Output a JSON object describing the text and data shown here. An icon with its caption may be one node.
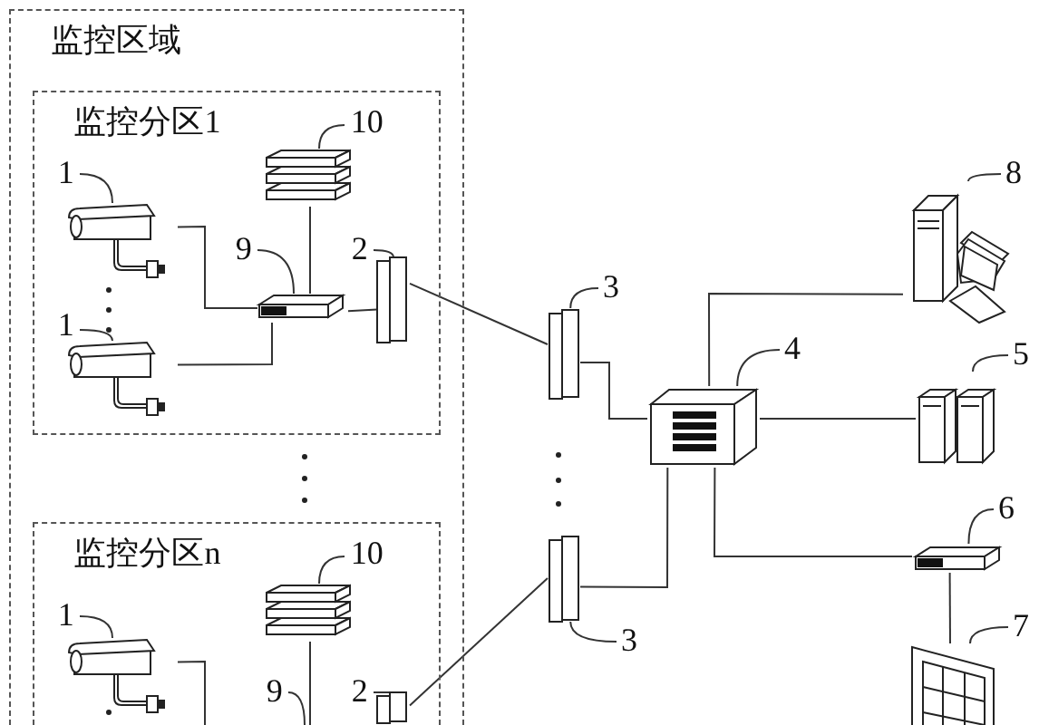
{
  "diagram": {
    "nodes": [
      {
        "text": [
          "监控区域"
        ]
      },
      {
        "text": [
          "监控分区1"
        ],
        "in": 0
      },
      {
        "text": [
          "监控分区n"
        ],
        "in": 0
      },
      {
        "text": [],
        "shape": "picture",
        "in": 1
      },
      {
        "text": [],
        "shape": "picture",
        "in": 1
      },
      {
        "text": [],
        "shape": "picture",
        "in": 1
      },
      {
        "text": [],
        "shape": "picture",
        "in": 1
      },
      {
        "text": [],
        "shape": "box",
        "in": 1
      },
      {
        "text": [],
        "shape": "picture",
        "in": 2
      },
      {
        "text": [],
        "shape": "picture",
        "in": 2
      },
      {
        "text": [],
        "shape": "box",
        "in": 2
      },
      {
        "text": [],
        "shape": "box"
      },
      {
        "text": [],
        "shape": "box"
      },
      {
        "text": [],
        "shape": "picture"
      },
      {
        "text": [],
        "shape": "picture"
      },
      {
        "text": [],
        "shape": "picture"
      },
      {
        "text": [],
        "shape": "picture"
      },
      {
        "text": [],
        "shape": "picture"
      },
      {
        "text": [
          "1"
        ],
        "in": 1
      },
      {
        "text": [
          "10"
        ],
        "in": 1
      },
      {
        "text": [
          "9"
        ],
        "in": 1
      },
      {
        "text": [
          "2"
        ],
        "in": 1
      },
      {
        "text": [
          "1"
        ],
        "in": 1
      },
      {
        "text": [
          "10"
        ],
        "in": 2
      },
      {
        "text": [
          "1"
        ],
        "in": 2
      },
      {
        "text": [
          "9"
        ],
        "in": 2
      },
      {
        "text": [
          "2"
        ],
        "in": 2
      },
      {
        "text": [
          "8"
        ]
      },
      {
        "text": [
          "3"
        ]
      },
      {
        "text": [
          "4"
        ]
      },
      {
        "text": [
          "5"
        ]
      },
      {
        "text": [
          "6"
        ]
      },
      {
        "text": [
          "3"
        ]
      },
      {
        "text": [
          "7"
        ]
      }
    ],
    "edges": [
      {
        "from": 3,
        "to": 6,
        "arrow": "none"
      },
      {
        "from": 4,
        "to": 6,
        "arrow": "none"
      },
      {
        "from": 5,
        "to": 6,
        "arrow": "none"
      },
      {
        "from": 6,
        "to": 7,
        "arrow": "none"
      },
      {
        "from": 7,
        "to": 11,
        "arrow": "none"
      },
      {
        "from": 11,
        "to": 13,
        "arrow": "none"
      },
      {
        "from": 13,
        "to": 14,
        "arrow": "none"
      },
      {
        "from": 13,
        "to": 15,
        "arrow": "none"
      },
      {
        "from": 13,
        "to": 16,
        "arrow": "none"
      },
      {
        "from": 16,
        "to": 17,
        "arrow": "none"
      },
      {
        "from": 12,
        "to": 13,
        "arrow": "none"
      },
      {
        "from": 10,
        "to": 12,
        "arrow": "none"
      },
      {
        "from": 8,
        "to": null,
        "arrow": "none"
      },
      {
        "from": 9,
        "to": null,
        "arrow": "none"
      },
      {
        "from": 18,
        "to": 3,
        "arrow": "none"
      },
      {
        "from": 22,
        "to": 4,
        "arrow": "none"
      },
      {
        "from": 19,
        "to": 5,
        "arrow": "none"
      },
      {
        "from": 20,
        "to": 6,
        "arrow": "none"
      },
      {
        "from": 21,
        "to": 7,
        "arrow": "none"
      },
      {
        "from": 23,
        "to": 9,
        "arrow": "none"
      },
      {
        "from": 24,
        "to": 8,
        "arrow": "none"
      },
      {
        "from": 25,
        "to": null,
        "arrow": "none"
      },
      {
        "from": 26,
        "to": 10,
        "arrow": "none"
      },
      {
        "from": 27,
        "to": 14,
        "arrow": "none"
      },
      {
        "from": 28,
        "to": 11,
        "arrow": "none"
      },
      {
        "from": 29,
        "to": 13,
        "arrow": "none"
      },
      {
        "from": 30,
        "to": 15,
        "arrow": "none"
      },
      {
        "from": 31,
        "to": 16,
        "arrow": "none"
      },
      {
        "from": 32,
        "to": 12,
        "arrow": "none"
      },
      {
        "from": 33,
        "to": 17,
        "arrow": "none"
      }
    ]
  }
}
